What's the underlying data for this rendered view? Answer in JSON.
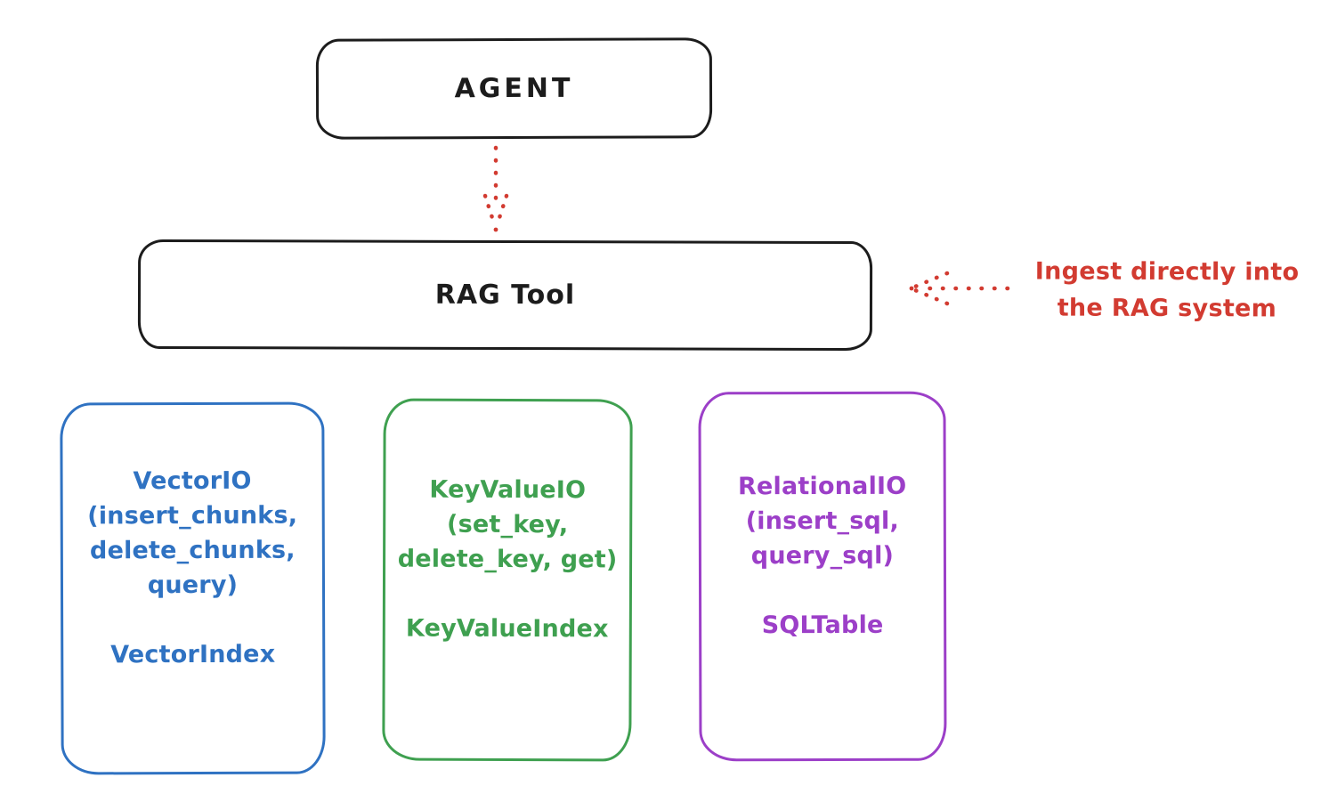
{
  "colors": {
    "black": "#1c1c1c",
    "red": "#d23b31",
    "blue": "#2f72c2",
    "green": "#3fa050",
    "purple": "#9c3fc8",
    "background": "#ffffff"
  },
  "agent_box": {
    "label": "AGENT"
  },
  "rag_tool_box": {
    "label": "RAG Tool"
  },
  "annotation": {
    "text": "Ingest directly into\nthe RAG system",
    "color": "#d23b31"
  },
  "arrows": [
    {
      "name": "dotted-arrow-down",
      "style": "dotted",
      "color": "#d23b31",
      "from": "agent_box",
      "to": "rag_tool_box"
    },
    {
      "name": "dotted-arrow-left",
      "style": "dotted",
      "color": "#d23b31",
      "from": "annotation",
      "to": "rag_tool_box"
    }
  ],
  "backends": [
    {
      "name": "vector-io",
      "body": "VectorIO\n(insert_chunks,\ndelete_chunks,\nquery)\n\nVectorIndex",
      "color": "#2f72c2"
    },
    {
      "name": "key-value-io",
      "body": "KeyValueIO\n(set_key,\ndelete_key, get)\n\nKeyValueIndex",
      "color": "#3fa050"
    },
    {
      "name": "relational-io",
      "body": "RelationalIO\n(insert_sql,\nquery_sql)\n\nSQLTable",
      "color": "#9c3fc8"
    }
  ]
}
